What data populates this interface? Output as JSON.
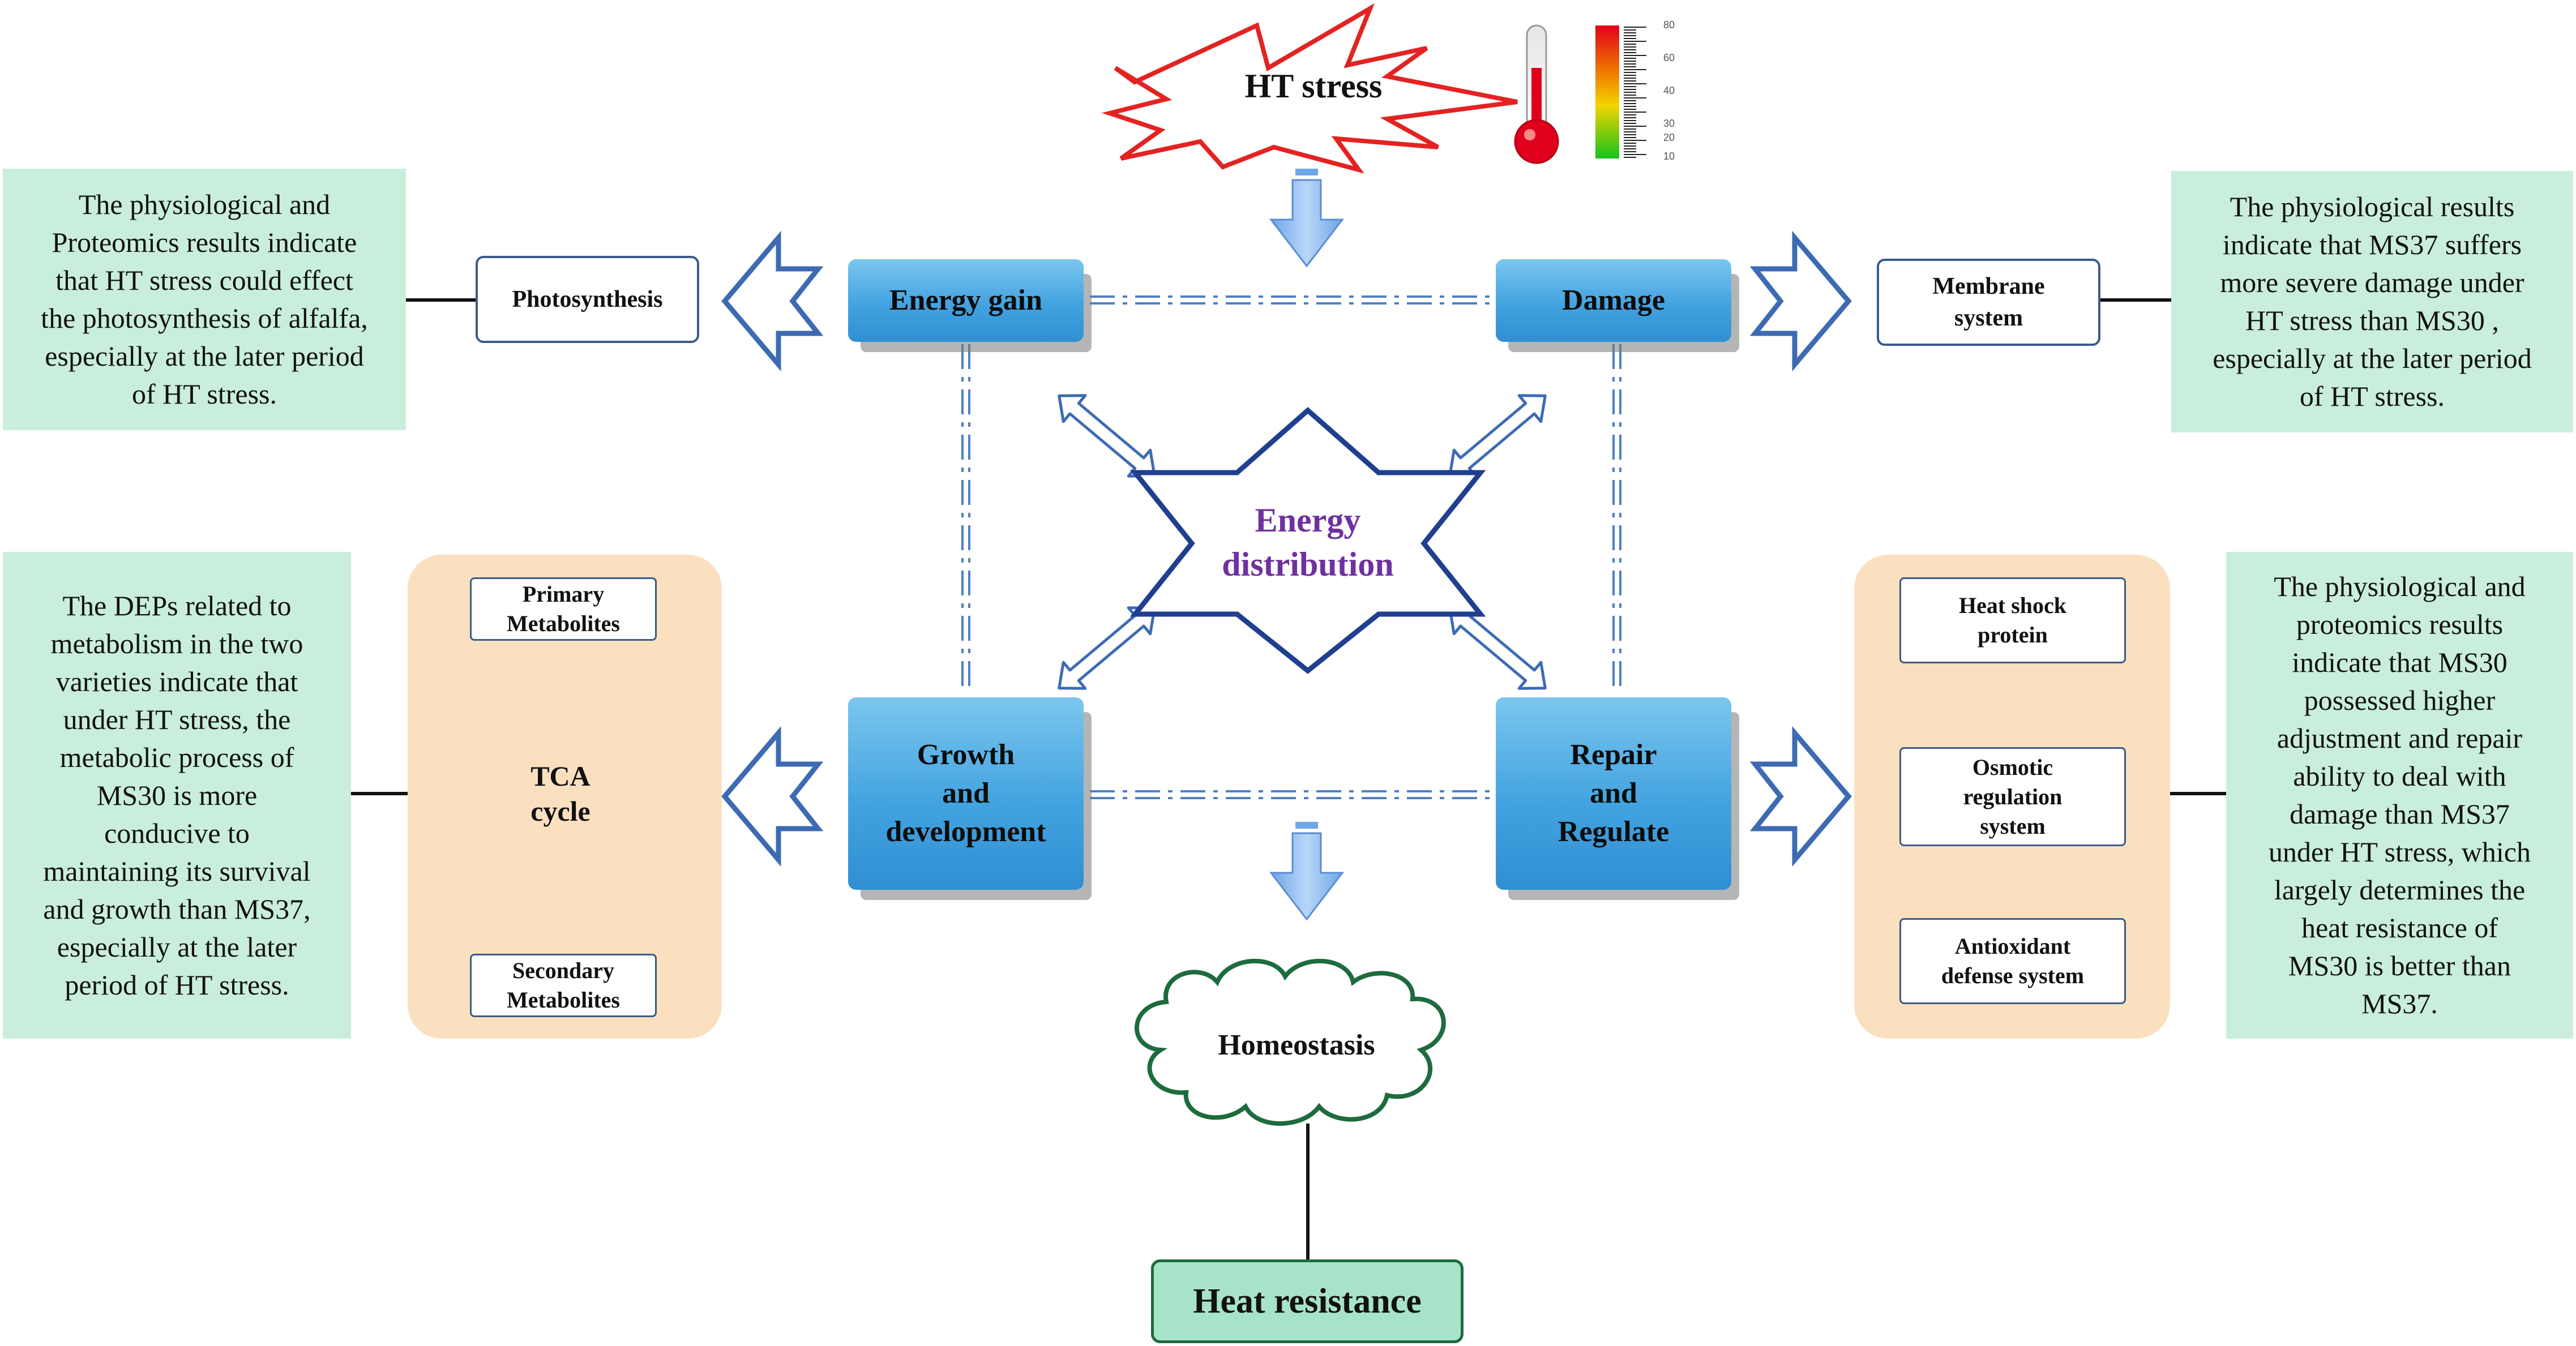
{
  "title": "HT stress",
  "thermometer_scale": [
    "80",
    "60",
    "40",
    "30",
    "20",
    "10"
  ],
  "center": {
    "line1": "Energy",
    "line2": "distribution"
  },
  "hubs": {
    "energy_gain": "Energy gain",
    "damage": "Damage",
    "growth": {
      "line1": "Growth",
      "line2": "and",
      "line3": "development"
    },
    "repair": {
      "line1": "Repair",
      "line2": "and",
      "line3": "Regulate"
    }
  },
  "boxes": {
    "photosynthesis": "Photosynthesis",
    "membrane": {
      "line1": "Membrane",
      "line2": "system"
    },
    "primary": {
      "line1": "Primary",
      "line2": "Metabolites"
    },
    "secondary": {
      "line1": "Secondary",
      "line2": "Metabolites"
    },
    "tca": {
      "line1": "TCA",
      "line2": "cycle"
    },
    "heat_shock": {
      "line1": "Heat shock",
      "line2": "protein"
    },
    "osmotic": {
      "line1": "Osmotic",
      "line2": "regulation",
      "line3": "system"
    },
    "antioxidant": {
      "line1": "Antioxidant",
      "line2": "defense system"
    }
  },
  "notes": {
    "top_left": [
      "The physiological and",
      "Proteomics results indicate",
      "that HT stress could effect",
      "the photosynthesis of alfalfa,",
      "especially at the later period",
      "of HT stress."
    ],
    "top_right": [
      "The physiological results",
      "indicate that MS37 suffers",
      "more severe damage under",
      "HT stress than MS30 ,",
      "especially at the later period",
      "of HT stress."
    ],
    "mid_left": [
      "The DEPs related to",
      "metabolism in the two",
      "varieties indicate that",
      "under HT stress, the",
      "metabolic process of",
      "MS30 is more",
      "conducive to",
      "maintaining its survival",
      "and growth than MS37,",
      "especially at the later",
      "period of HT stress."
    ],
    "mid_right": [
      "The physiological and",
      "proteomics results",
      "indicate that MS30",
      "possessed higher",
      "adjustment and repair",
      "ability to deal with",
      "damage than MS37",
      "under HT stress, which",
      "largely determines the",
      "heat resistance of",
      "MS30 is better than",
      "MS37."
    ]
  },
  "homeostasis": "Homeostasis",
  "heat_resistance": "Heat resistance",
  "colors": {
    "star_outline": "#1f3f8f",
    "center_text": "#7030a0",
    "hub_blue": "#43a3e0",
    "note_green": "#c9eedc",
    "panel_peach": "#fbe0c0",
    "cloud": "#1e6b3e",
    "burst": "#e32322"
  }
}
